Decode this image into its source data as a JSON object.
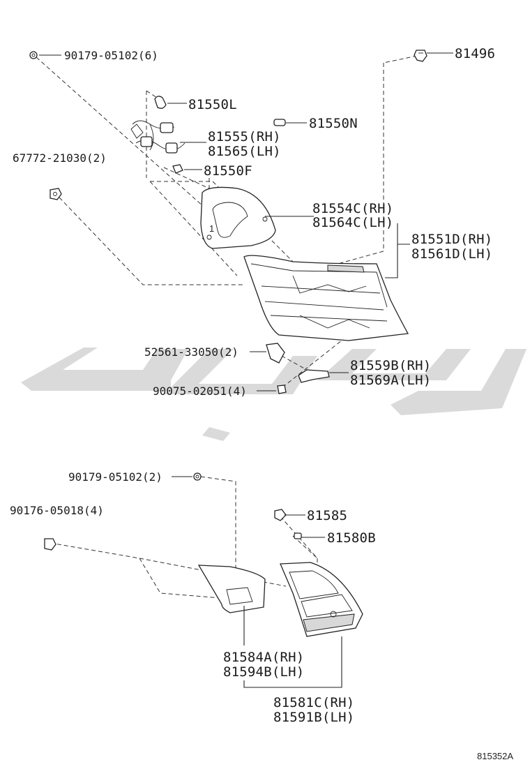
{
  "diagram": {
    "drawing_number": "815352A",
    "labels": {
      "screw_top": "90179-05102(6)",
      "clip_top_right": "81496",
      "bulb_l": "81550L",
      "bulb_n": "81550N",
      "socket_rh": "81555(RH)",
      "socket_lh": "81565(LH)",
      "bulb_f": "81550F",
      "nut_left": "67772-21030(2)",
      "gasket_rh": "81554C(RH)",
      "gasket_lh": "81564C(LH)",
      "lamp_rh": "81551D(RH)",
      "lamp_lh": "81561D(LH)",
      "retainer": "52561-33050(2)",
      "bracket_rh": "81559B(RH)",
      "bracket_lh": "81569A(LH)",
      "screw_mid": "90075-02051(4)",
      "screw_lower": "90179-05102(2)",
      "screw_lower_left": "90176-05018(4)",
      "socket_lower": "81585",
      "bulb_lower": "81580B",
      "gasket2_rh": "81584A(RH)",
      "gasket2_lh": "81594B(LH)",
      "lamp2_rh": "81581C(RH)",
      "lamp2_lh": "81591B(LH)"
    },
    "gasket_mark": "1"
  }
}
